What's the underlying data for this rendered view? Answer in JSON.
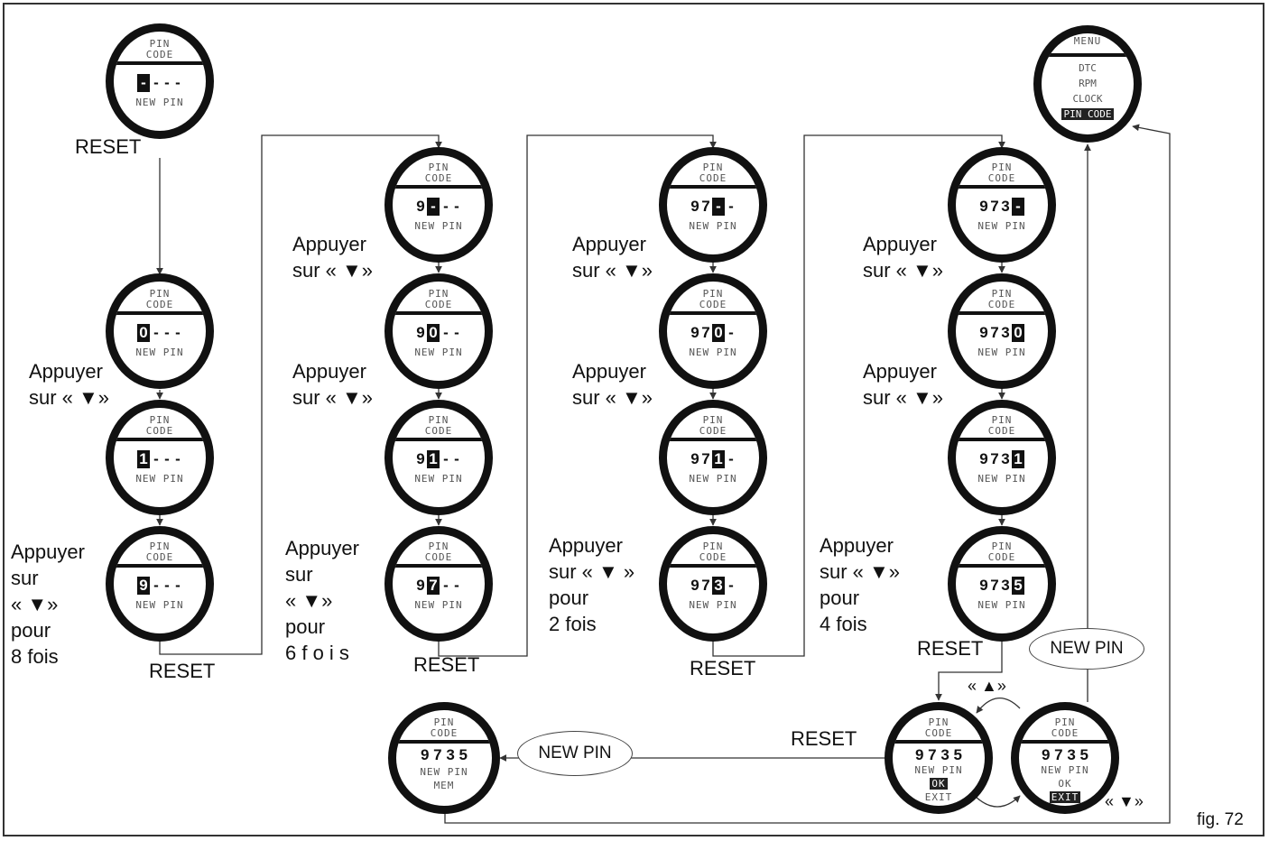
{
  "menu": {
    "title": "MENU",
    "items": [
      "DTC",
      "RPM",
      "CLOCK",
      "PIN CODE"
    ]
  },
  "header": [
    "PIN",
    "CODE"
  ],
  "sub_new_pin": "NEW PIN",
  "displays": [
    {
      "digits": [
        "-",
        "-",
        "-",
        "-"
      ],
      "cursor": 0
    },
    {
      "digits": [
        "0",
        "-",
        "-",
        "-"
      ],
      "cursor": 0
    },
    {
      "digits": [
        "1",
        "-",
        "-",
        "-"
      ],
      "cursor": 0
    },
    {
      "digits": [
        "9",
        "-",
        "-",
        "-"
      ],
      "cursor": 0
    },
    {
      "digits": [
        "9",
        "-",
        "-",
        "-"
      ],
      "cursor": 1
    },
    {
      "digits": [
        "9",
        "0",
        "-",
        "-"
      ],
      "cursor": 1
    },
    {
      "digits": [
        "9",
        "1",
        "-",
        "-"
      ],
      "cursor": 1
    },
    {
      "digits": [
        "9",
        "7",
        "-",
        "-"
      ],
      "cursor": 1
    },
    {
      "digits": [
        "9",
        "7",
        "-",
        "-"
      ],
      "cursor": 2
    },
    {
      "digits": [
        "9",
        "7",
        "0",
        "-"
      ],
      "cursor": 2
    },
    {
      "digits": [
        "9",
        "7",
        "1",
        "-"
      ],
      "cursor": 2
    },
    {
      "digits": [
        "9",
        "7",
        "3",
        "-"
      ],
      "cursor": 2
    },
    {
      "digits": [
        "9",
        "7",
        "3",
        "-"
      ],
      "cursor": 3
    },
    {
      "digits": [
        "9",
        "7",
        "3",
        "0"
      ],
      "cursor": 3
    },
    {
      "digits": [
        "9",
        "7",
        "3",
        "1"
      ],
      "cursor": 3
    },
    {
      "digits": [
        "9",
        "7",
        "3",
        "5"
      ],
      "cursor": 3
    }
  ],
  "confirm_ok": {
    "digits": "9 7 3 5",
    "line1": "NEW PIN",
    "line2": "OK",
    "line3": "EXIT"
  },
  "confirm_exit": {
    "digits": "9 7 3 5",
    "line1": "NEW PIN",
    "line2": "OK",
    "line3": "EXIT"
  },
  "memorized": {
    "digits": "9 7 3 5",
    "line1": "NEW PIN",
    "line2": "MEM"
  },
  "labels": {
    "reset": "RESET",
    "press_short": "Appuyer\nsur « ▼»",
    "press_c1_8": "Appuyer\nsur\n« ▼»\npour\n8 fois",
    "press_c2_6": "Appuyer\nsur\n« ▼»\npour\n6 f o i s",
    "press_c3_2": "Appuyer\nsur « ▼ »\npour\n2 fois",
    "press_c4_4": "Appuyer\nsur « ▼»\npour\n4 fois",
    "up_arrow": "« ▲»",
    "down_arrow": "« ▼»"
  },
  "ovals": {
    "new_pin_right": "NEW PIN",
    "new_pin_bottom": "NEW PIN"
  },
  "figure_label": "fig. 72"
}
